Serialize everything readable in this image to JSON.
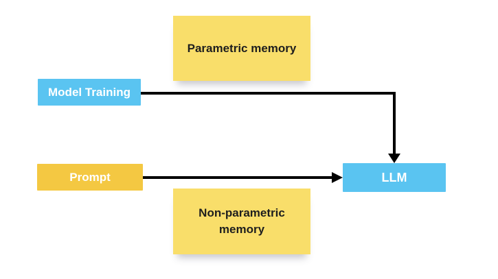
{
  "diagram": {
    "background": "#ffffff",
    "nodes": {
      "parametric_memory": {
        "label": "Parametric memory",
        "shape": "sticky-note",
        "fill": "#F9DE6A",
        "text_color": "#1E1E1E"
      },
      "model_training": {
        "label": "Model Training",
        "shape": "rectangle",
        "fill": "#5AC4F1",
        "text_color": "#FFFFFF"
      },
      "prompt": {
        "label": "Prompt",
        "shape": "rectangle",
        "fill": "#F4C842",
        "text_color": "#FFFFFF"
      },
      "llm": {
        "label": "LLM",
        "shape": "rectangle",
        "fill": "#5AC4F1",
        "text_color": "#FFFFFF"
      },
      "non_parametric_memory": {
        "label": "Non-parametric memory",
        "shape": "sticky-note",
        "fill": "#F9DE6A",
        "text_color": "#1E1E1E"
      }
    },
    "edges": [
      {
        "from": "model_training",
        "to": "llm",
        "routing": "right-then-down-elbow",
        "arrowhead": "solid-triangle",
        "color": "#000000"
      },
      {
        "from": "prompt",
        "to": "llm",
        "routing": "straight-right",
        "arrowhead": "solid-triangle",
        "color": "#000000"
      }
    ]
  }
}
